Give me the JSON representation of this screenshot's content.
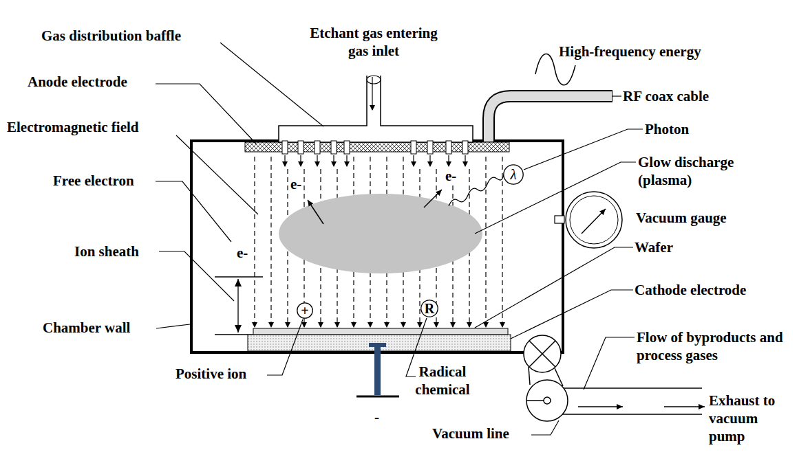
{
  "diagram": {
    "nodes": [
      {
        "text": [
          "λ"
        ]
      },
      {
        "text": [
          "+"
        ]
      },
      {
        "text": [
          "R"
        ]
      }
    ],
    "labels": [
      "Gas distribution baffle",
      "Etchant gas entering gas inlet",
      "High-frequency energy",
      "Anode electrode",
      "RF coax cable",
      "Electromagnetic field",
      "Photon",
      "Glow discharge (plasma)",
      "Free electron",
      "e-",
      "e-",
      "Vacuum gauge",
      "Ion sheath",
      "e-",
      "Wafer",
      "Cathode electrode",
      "Chamber wall",
      "Flow of byproducts and process gases",
      "Positive ion",
      "Radical chemical",
      "Exhaust to vacuum pump",
      "Vacuum line",
      "-"
    ]
  }
}
